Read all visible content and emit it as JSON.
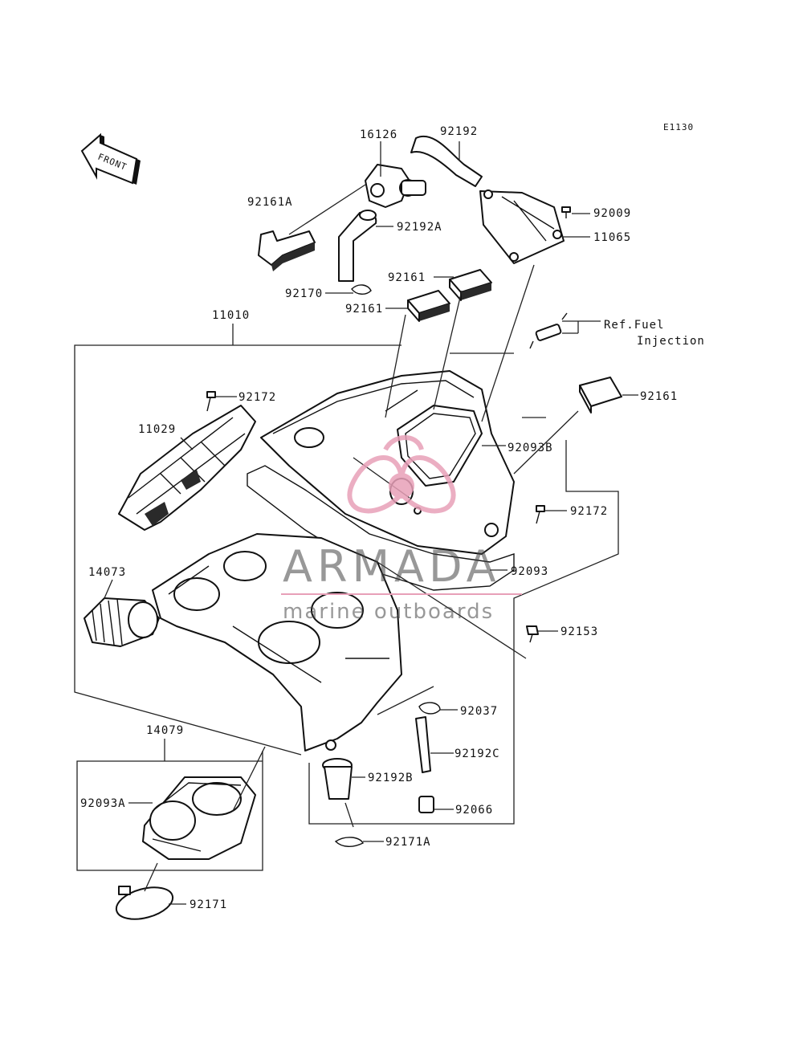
{
  "diagram_code": "E1130",
  "front_arrow_label": "FRONT",
  "reference_note": {
    "line1": "Ref.Fuel",
    "line2": "Injection"
  },
  "watermark": {
    "brand": "ARMADA",
    "tagline": "marine outboards",
    "accent": "#e8a0b8"
  },
  "parts": {
    "p16126": "16126",
    "p92192": "92192",
    "p92161A": "92161A",
    "p92192A": "92192A",
    "p92009": "92009",
    "p11065": "11065",
    "p92161_a": "92161",
    "p92170": "92170",
    "p92161_b": "92161",
    "p11010": "11010",
    "p92161_c": "92161",
    "p92172_a": "92172",
    "p11029": "11029",
    "p92093B": "92093B",
    "p92172_b": "92172",
    "p14073": "14073",
    "p92093": "92093",
    "p92153": "92153",
    "p92037": "92037",
    "p14079": "14079",
    "p92192C": "92192C",
    "p92192B": "92192B",
    "p92093A": "92093A",
    "p92066": "92066",
    "p92171A": "92171A",
    "p92171": "92171"
  }
}
